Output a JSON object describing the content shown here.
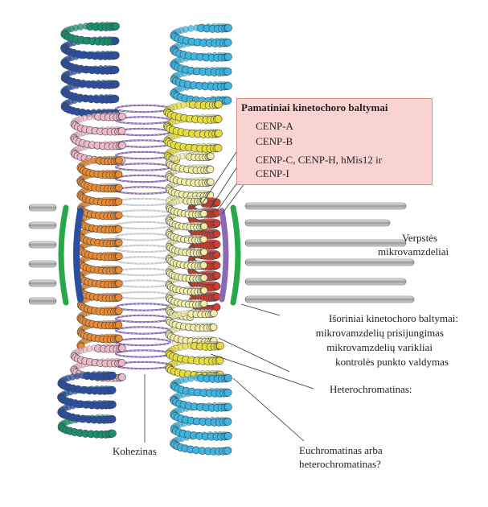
{
  "box": {
    "title": "Pamatiniai kinetochoro baltymai",
    "items": [
      "CENP-A",
      "CENP-B",
      "CENP-C, CENP-H, hMis12 ir",
      "CENP-I"
    ]
  },
  "labels": {
    "spindle_1": "Verpstės",
    "spindle_2": "mikrovamzdeliai",
    "outer_1": "Išoriniai kinetochoro baltymai:",
    "outer_2": "mikrovamzdelių prisijungimas",
    "outer_3": "mikrovamzdelių varikliai",
    "outer_4": "kontrolės punkto valdymas",
    "hetero": "Heterochromatinas:",
    "eu_1": "Euchromatinas arba",
    "eu_2": "heterochromatinas?",
    "cohesin": "Kohezinas"
  },
  "colors": {
    "cyan": "#3db5e0",
    "yellow": "#e8dc3a",
    "cream": "#f3eda8",
    "red": "#d93a2b",
    "orange": "#ec8a30",
    "pink": "#f1b9c6",
    "navy": "#2b4f9e",
    "teal": "#1a8f6b",
    "green": "#27a84a",
    "purple": "#8a6ab5",
    "box_fill": "#f9d3d0"
  }
}
